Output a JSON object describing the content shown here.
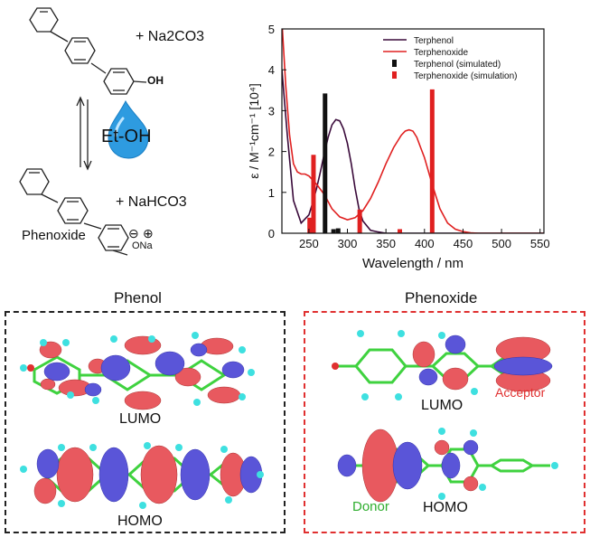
{
  "scheme": {
    "phenol_reagent": "+ Na2CO3",
    "oh_label": "OH",
    "solvent": "Et-OH",
    "phenoxide_reagent": "+ NaHCO3",
    "phenoxide_name": "Phenoxide",
    "ona_label": "ONa",
    "minus": "⊖",
    "plus": "⊕"
  },
  "chart_data": {
    "type": "line",
    "xlabel": "Wavelength / nm",
    "ylabel": "ε / M⁻¹cm⁻¹ [10⁴]",
    "xlim": [
      215,
      555
    ],
    "ylim": [
      0,
      5
    ],
    "xticks": [
      250,
      300,
      350,
      400,
      450,
      500,
      550
    ],
    "yticks": [
      0,
      1,
      2,
      3,
      4,
      5
    ],
    "legend_position": "top-right",
    "series": [
      {
        "name": "Terphenol",
        "color": "#3a0a3a",
        "kind": "line",
        "x": [
          215,
          222,
          230,
          240,
          250,
          255,
          260,
          265,
          270,
          275,
          280,
          285,
          290,
          295,
          300,
          305,
          310,
          315,
          320,
          330,
          340,
          350,
          555
        ],
        "y": [
          4.0,
          2.4,
          0.8,
          0.25,
          0.45,
          0.75,
          1.1,
          1.5,
          1.95,
          2.35,
          2.65,
          2.78,
          2.75,
          2.55,
          2.2,
          1.7,
          1.1,
          0.6,
          0.3,
          0.07,
          0.03,
          0.0,
          0.0
        ]
      },
      {
        "name": "Terphenoxide",
        "color": "#e02020",
        "kind": "line",
        "x": [
          215,
          220,
          225,
          230,
          235,
          240,
          245,
          250,
          260,
          270,
          280,
          290,
          300,
          310,
          320,
          330,
          340,
          350,
          360,
          370,
          375,
          380,
          385,
          390,
          395,
          400,
          410,
          420,
          430,
          440,
          450,
          460,
          470,
          555
        ],
        "y": [
          5.2,
          3.6,
          2.4,
          1.7,
          1.5,
          1.45,
          1.45,
          1.4,
          1.2,
          0.95,
          0.6,
          0.4,
          0.33,
          0.38,
          0.55,
          0.85,
          1.25,
          1.7,
          2.1,
          2.4,
          2.5,
          2.53,
          2.5,
          2.35,
          2.1,
          1.85,
          1.2,
          0.6,
          0.25,
          0.1,
          0.04,
          0.01,
          0.0,
          0.0
        ]
      },
      {
        "name": "Terphenol (simulated)",
        "color": "#111111",
        "kind": "stick",
        "x": [
          271,
          282,
          288
        ],
        "y": [
          3.42,
          0.1,
          0.12
        ]
      },
      {
        "name": "Terphenoxide (simulation)",
        "color": "#e02020",
        "kind": "stick",
        "x": [
          251,
          256,
          316,
          368,
          410
        ],
        "y": [
          0.38,
          1.92,
          0.58,
          0.1,
          3.52
        ]
      }
    ]
  },
  "orbitals": {
    "phenol_title": "Phenol",
    "phenoxide_title": "Phenoxide",
    "lumo": "LUMO",
    "homo": "HOMO",
    "acceptor": "Acceptor",
    "donor": "Donor"
  },
  "colors": {
    "positive_lobe": "#e8595f",
    "negative_lobe": "#5a55d8",
    "carbon": "#3fd23f",
    "hydrogen": "#3ee0e0",
    "accent_red": "#e03030",
    "accent_green": "#2fae2f"
  }
}
